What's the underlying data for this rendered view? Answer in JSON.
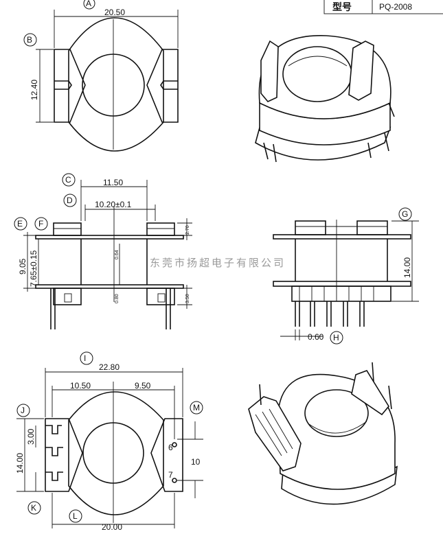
{
  "title_block": {
    "label": "型号",
    "model": "PQ-2008"
  },
  "watermark": "东莞市扬超电子有限公司",
  "markers": {
    "A": "A",
    "B": "B",
    "C": "C",
    "D": "D",
    "E": "E",
    "F": "F",
    "G": "G",
    "H": "H",
    "I": "I",
    "J": "J",
    "K": "K",
    "L": "L",
    "M": "M"
  },
  "dims": {
    "top_width": "20.50",
    "top_height": "12.40",
    "side_span": "11.50",
    "side_inner": "10.20±0.1",
    "flange_h": "2.70",
    "left_total": "9.05",
    "left_inner": "7.65±0.15",
    "inner_a": "0.64",
    "inner_b": "0.80",
    "pin_len": "3.50",
    "right_height": "14.00",
    "pin_pitch": "0.60",
    "bottom_total": "22.80",
    "bottom_left": "10.50",
    "bottom_right": "9.50",
    "bottom_pitch": "3.00",
    "bottom_height": "14.00",
    "bottom_base": "20.00",
    "pin6": "6",
    "pin7": "7",
    "label10": "10"
  }
}
